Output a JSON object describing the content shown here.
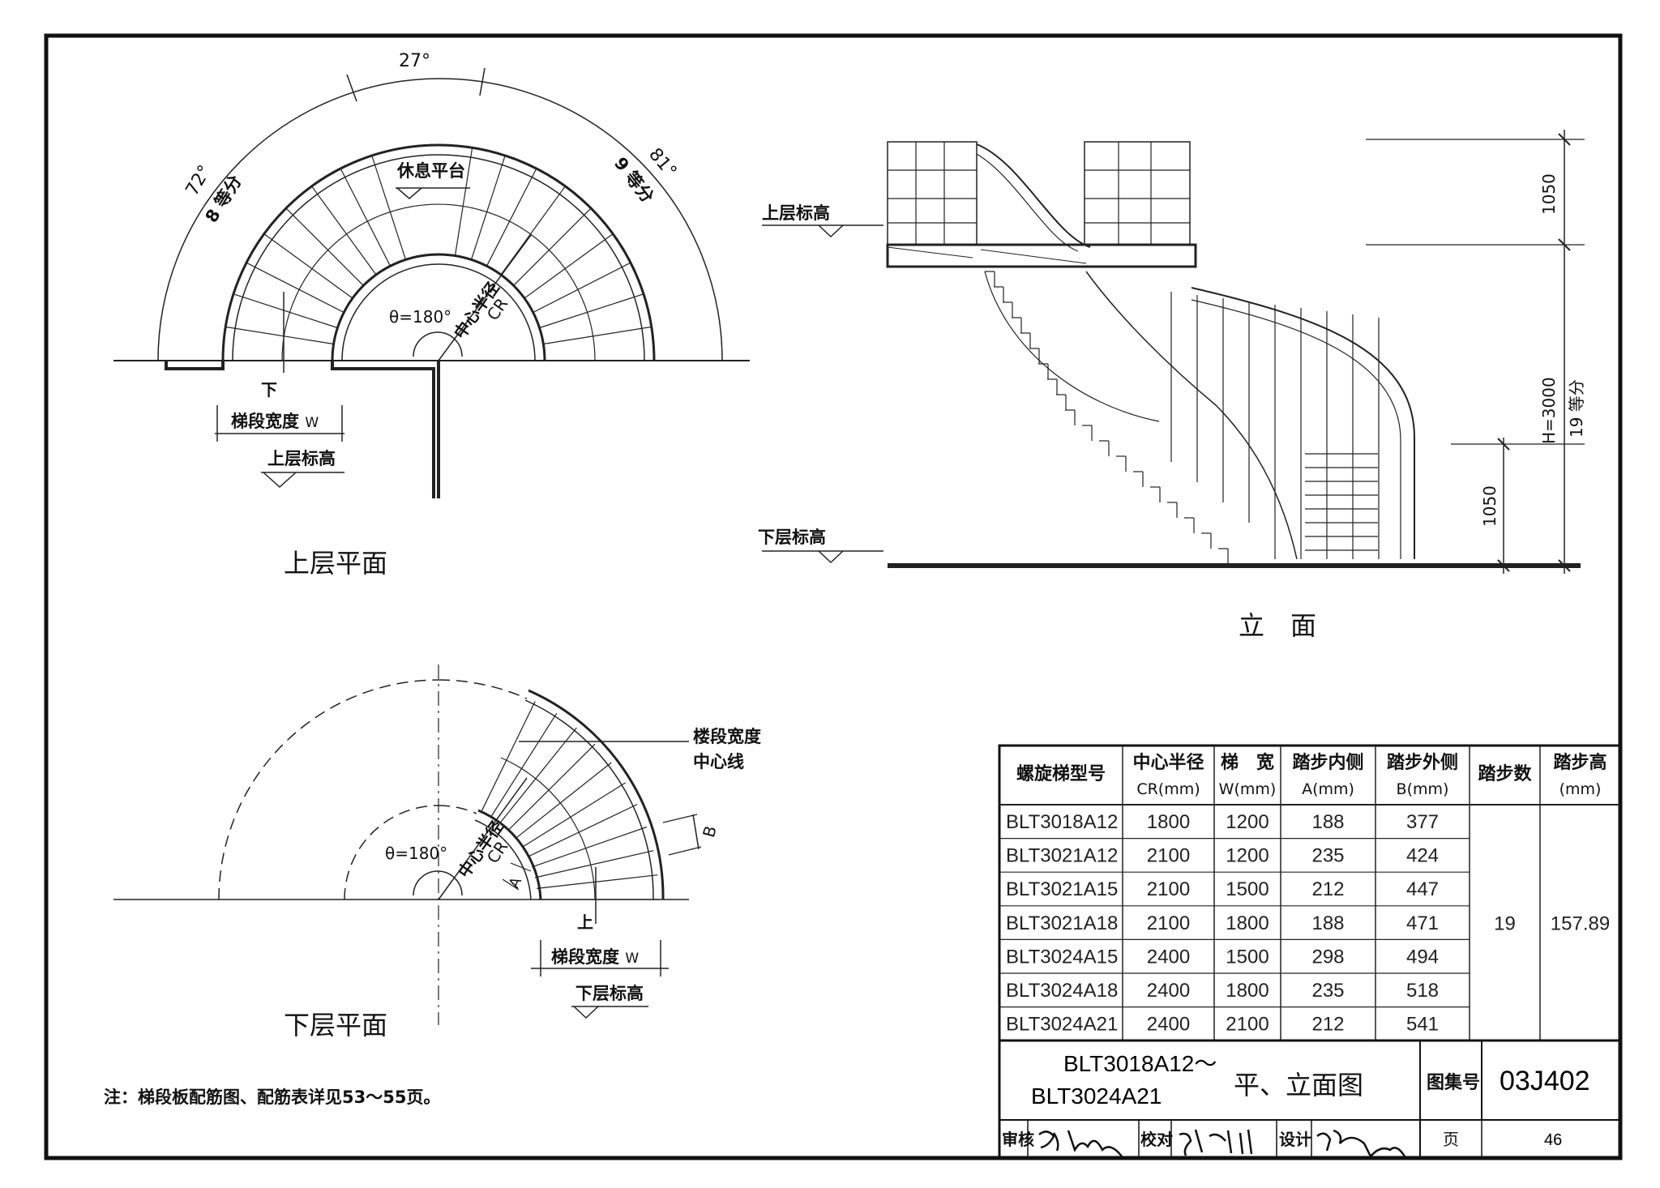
{
  "upper_plan": {
    "title": "上层平面",
    "angle_top": "27°",
    "angle_left": "72°",
    "angle_right": "81°",
    "div_left": "8 等分",
    "div_right": "9 等分",
    "landing": "休息平台",
    "theta": "θ=180°",
    "center_radius": "中心半径",
    "cr": "CR",
    "down": "下",
    "width_label": "梯段宽度",
    "w": "W",
    "upper_level": "上层标高"
  },
  "elevation": {
    "title": "立　面",
    "upper_level": "上层标高",
    "lower_level": "下层标高",
    "dim_1050_top": "1050",
    "dim_1050_bottom": "1050",
    "dim_h": "H=3000",
    "dim_div": "19 等分"
  },
  "lower_plan": {
    "title": "下层平面",
    "width_label": "楼段宽度",
    "center_line": "中心线",
    "theta": "θ=180°",
    "center_radius": "中心半径",
    "cr": "CR",
    "a": "A",
    "b": "B",
    "up": "上",
    "run_width": "梯段宽度",
    "w": "W",
    "lower_level": "下层标高"
  },
  "note": "注：梯段板配筋图、配筋表详见53～55页。",
  "table": {
    "headers": [
      [
        "螺旋梯型号",
        ""
      ],
      [
        "中心半径",
        "CR(mm)"
      ],
      [
        "梯　宽",
        "W(mm)"
      ],
      [
        "踏步内侧",
        "A(mm)"
      ],
      [
        "踏步外侧",
        "B(mm)"
      ],
      [
        "踏步数",
        ""
      ],
      [
        "踏步高",
        "(mm)"
      ]
    ],
    "rows": [
      [
        "BLT3018A12",
        "1800",
        "1200",
        "188",
        "377"
      ],
      [
        "BLT3021A12",
        "2100",
        "1200",
        "235",
        "424"
      ],
      [
        "BLT3021A15",
        "2100",
        "1500",
        "212",
        "447"
      ],
      [
        "BLT3021A18",
        "2100",
        "1800",
        "188",
        "471"
      ],
      [
        "BLT3024A15",
        "2400",
        "1500",
        "298",
        "494"
      ],
      [
        "BLT3024A18",
        "2400",
        "1800",
        "235",
        "518"
      ],
      [
        "BLT3024A21",
        "2400",
        "2100",
        "212",
        "541"
      ]
    ],
    "steps": "19",
    "step_height": "157.89"
  },
  "title_block": {
    "model_line1": "BLT3018A12～",
    "model_line2": "BLT3024A21",
    "drawing_name": "平、立面图",
    "atlas_label": "图集号",
    "atlas_no": "03J402",
    "review": "审核",
    "check": "校对",
    "design": "设计",
    "page_label": "页",
    "page_no": "46"
  }
}
